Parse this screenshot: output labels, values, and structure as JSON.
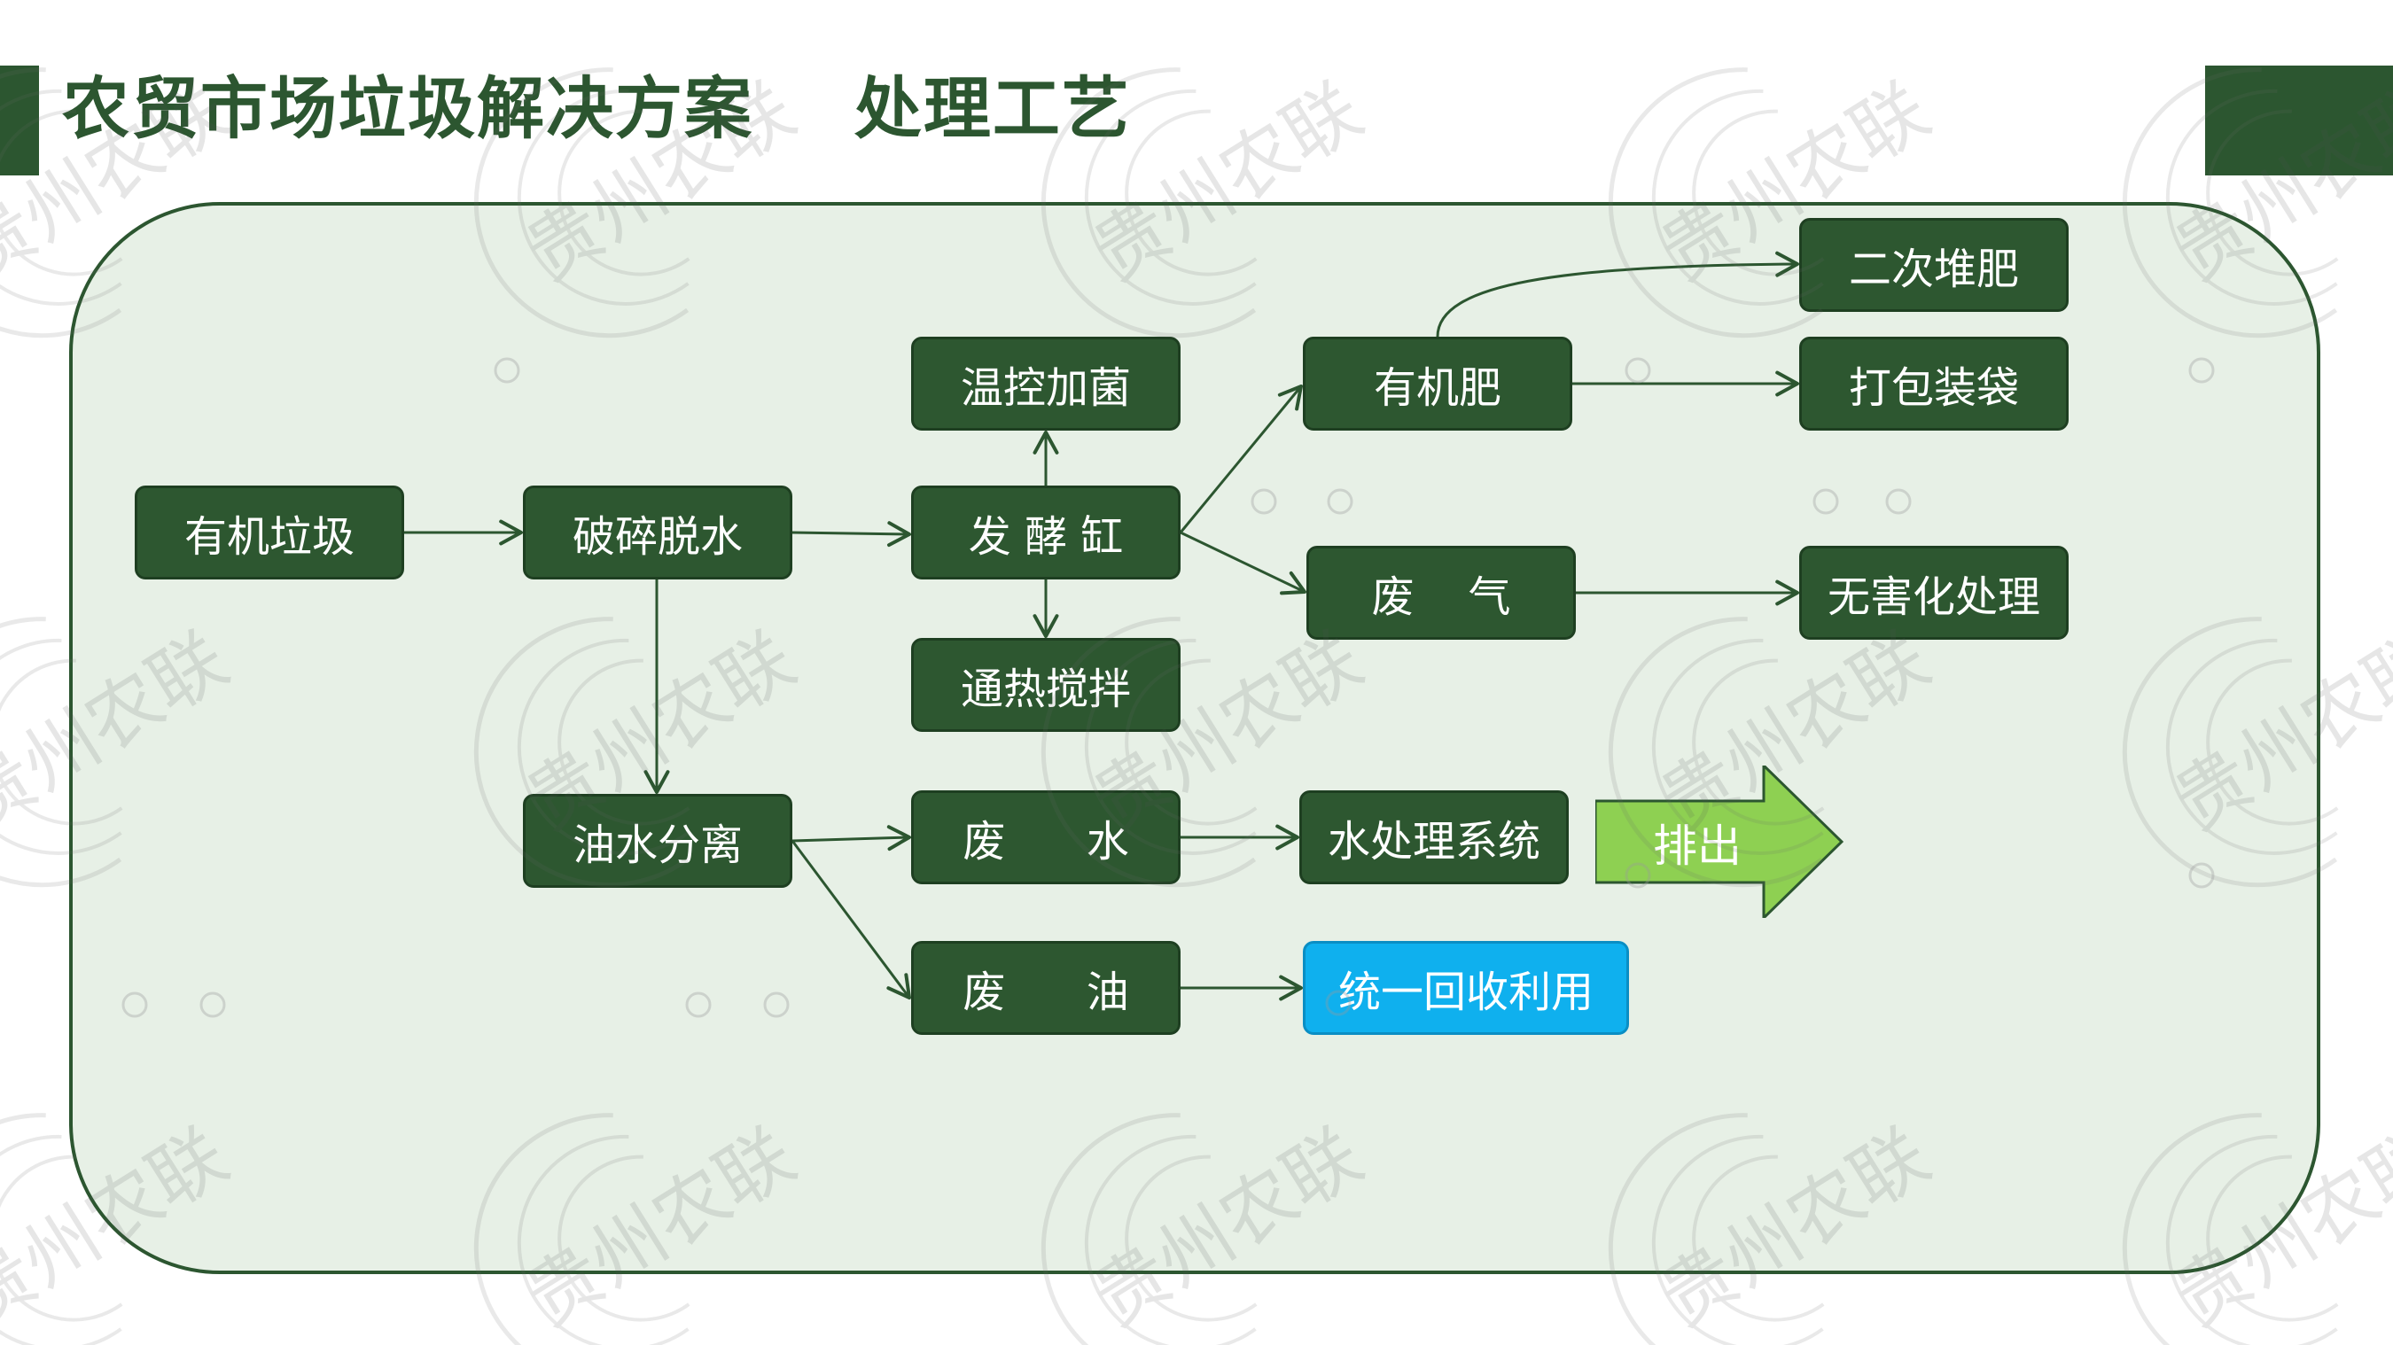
{
  "title": "农贸市场垃圾解决方案    处理工艺",
  "watermark": {
    "text": "贵州农联"
  },
  "colors": {
    "header_green": "#2c5630",
    "node_green": "#2d5730",
    "panel_fill": "#e7f0e6",
    "highlight_blue": "#0fb0ee",
    "output_arrow_green": "#8ed052"
  },
  "nodes": {
    "organic_waste": "有机垃圾",
    "crush_dewater": "破碎脱水",
    "temp_inoculate": "温控加菌",
    "ferment_tank": "发 酵 缸",
    "heat_stir": "通热搅拌",
    "organic_fertilizer": "有机肥",
    "waste_gas": "废    气",
    "secondary_compost": "二次堆肥",
    "pack_bag": "打包装袋",
    "harmless_treatment": "无害化处理",
    "oil_water_sep": "油水分离",
    "waste_water": "废      水",
    "water_system": "水处理系统",
    "waste_oil": "废      油",
    "recycle": "统一回收利用",
    "discharge": "排出"
  }
}
